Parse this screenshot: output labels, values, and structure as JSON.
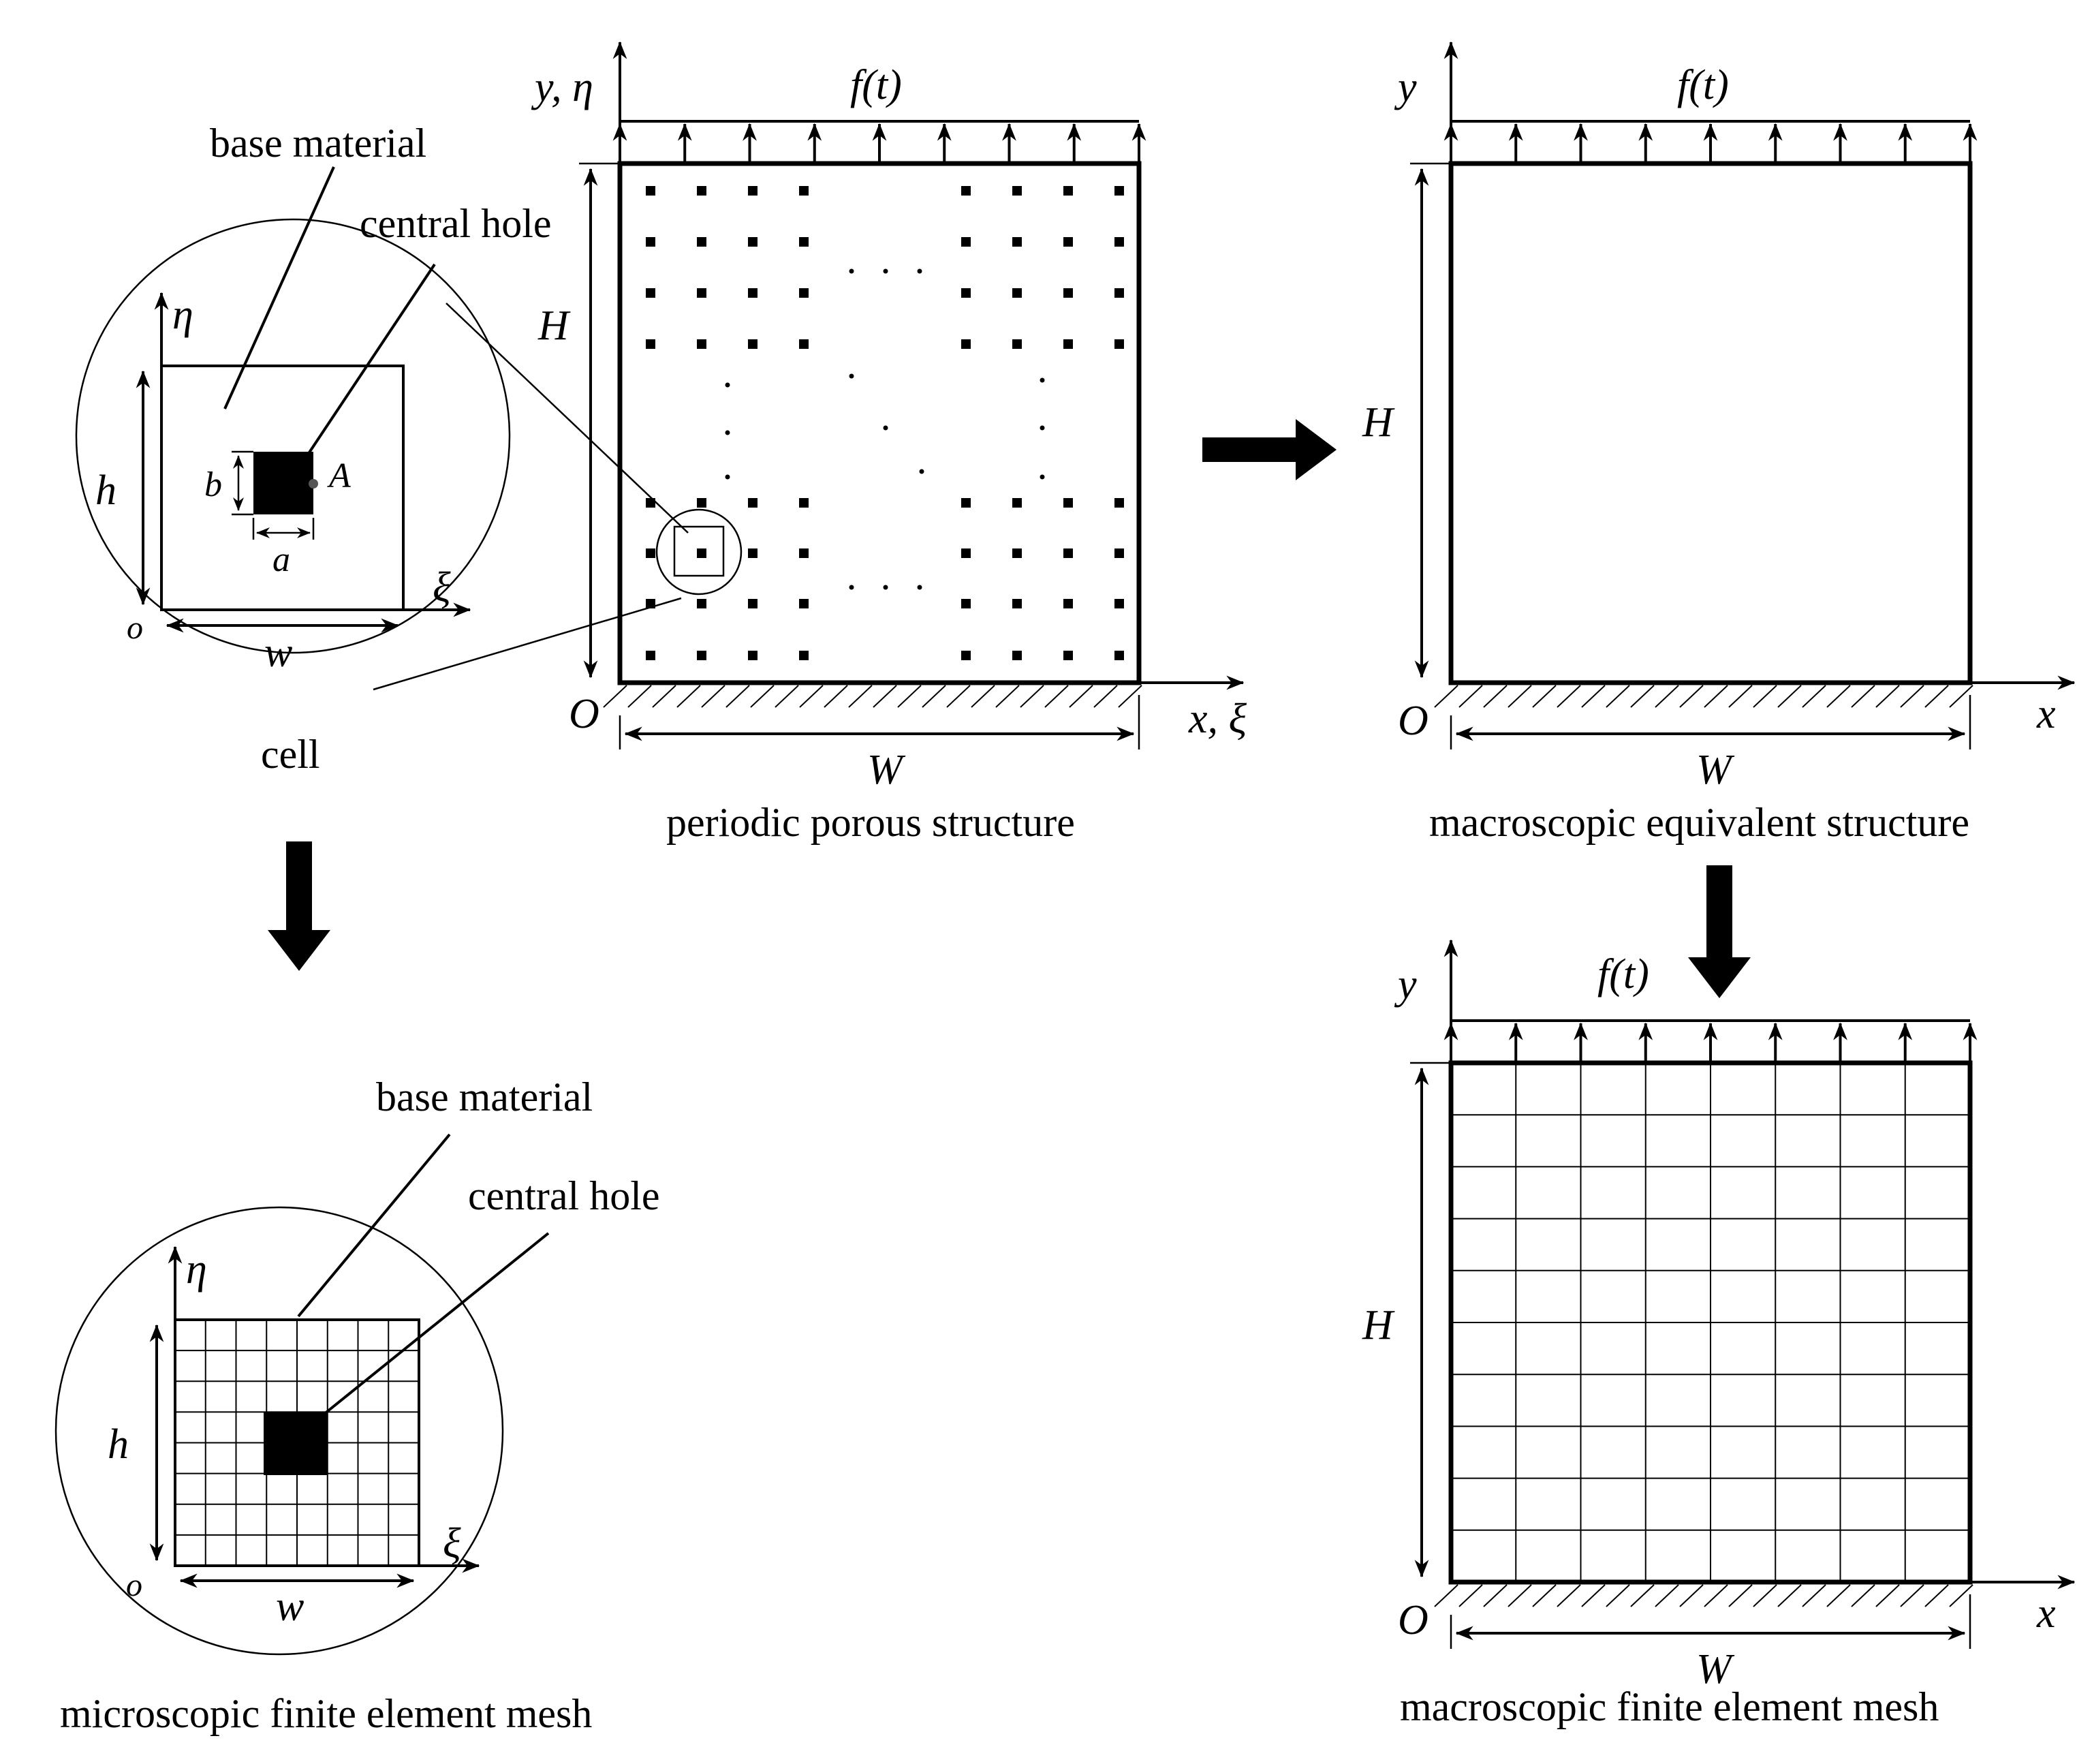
{
  "cell_view": {
    "base_material_label": "base material",
    "central_hole_label": "central hole",
    "eta": "η",
    "xi": "ξ",
    "h": "h",
    "b": "b",
    "a": "a",
    "A": "A",
    "o": "o",
    "w": "w",
    "caption": "cell"
  },
  "periodic_view": {
    "y_label": "y, η",
    "x_label": "x, ξ",
    "load": "f(t)",
    "H": "H",
    "O": "O",
    "W": "W",
    "caption": "periodic porous structure"
  },
  "equivalent_view": {
    "y_label": "y",
    "x_label": "x",
    "load": "f(t)",
    "H": "H",
    "O": "O",
    "W": "W",
    "caption": "macroscopic equivalent structure"
  },
  "micro_mesh_view": {
    "base_material_label": "base material",
    "central_hole_label": "central hole",
    "eta": "η",
    "xi": "ξ",
    "h": "h",
    "o": "o",
    "w": "w",
    "caption": "microscopic finite element mesh"
  },
  "macro_mesh_view": {
    "y_label": "y",
    "x_label": "x",
    "load": "f(t)",
    "H": "H",
    "O": "O",
    "W": "W",
    "caption": "macroscopic finite element mesh"
  }
}
